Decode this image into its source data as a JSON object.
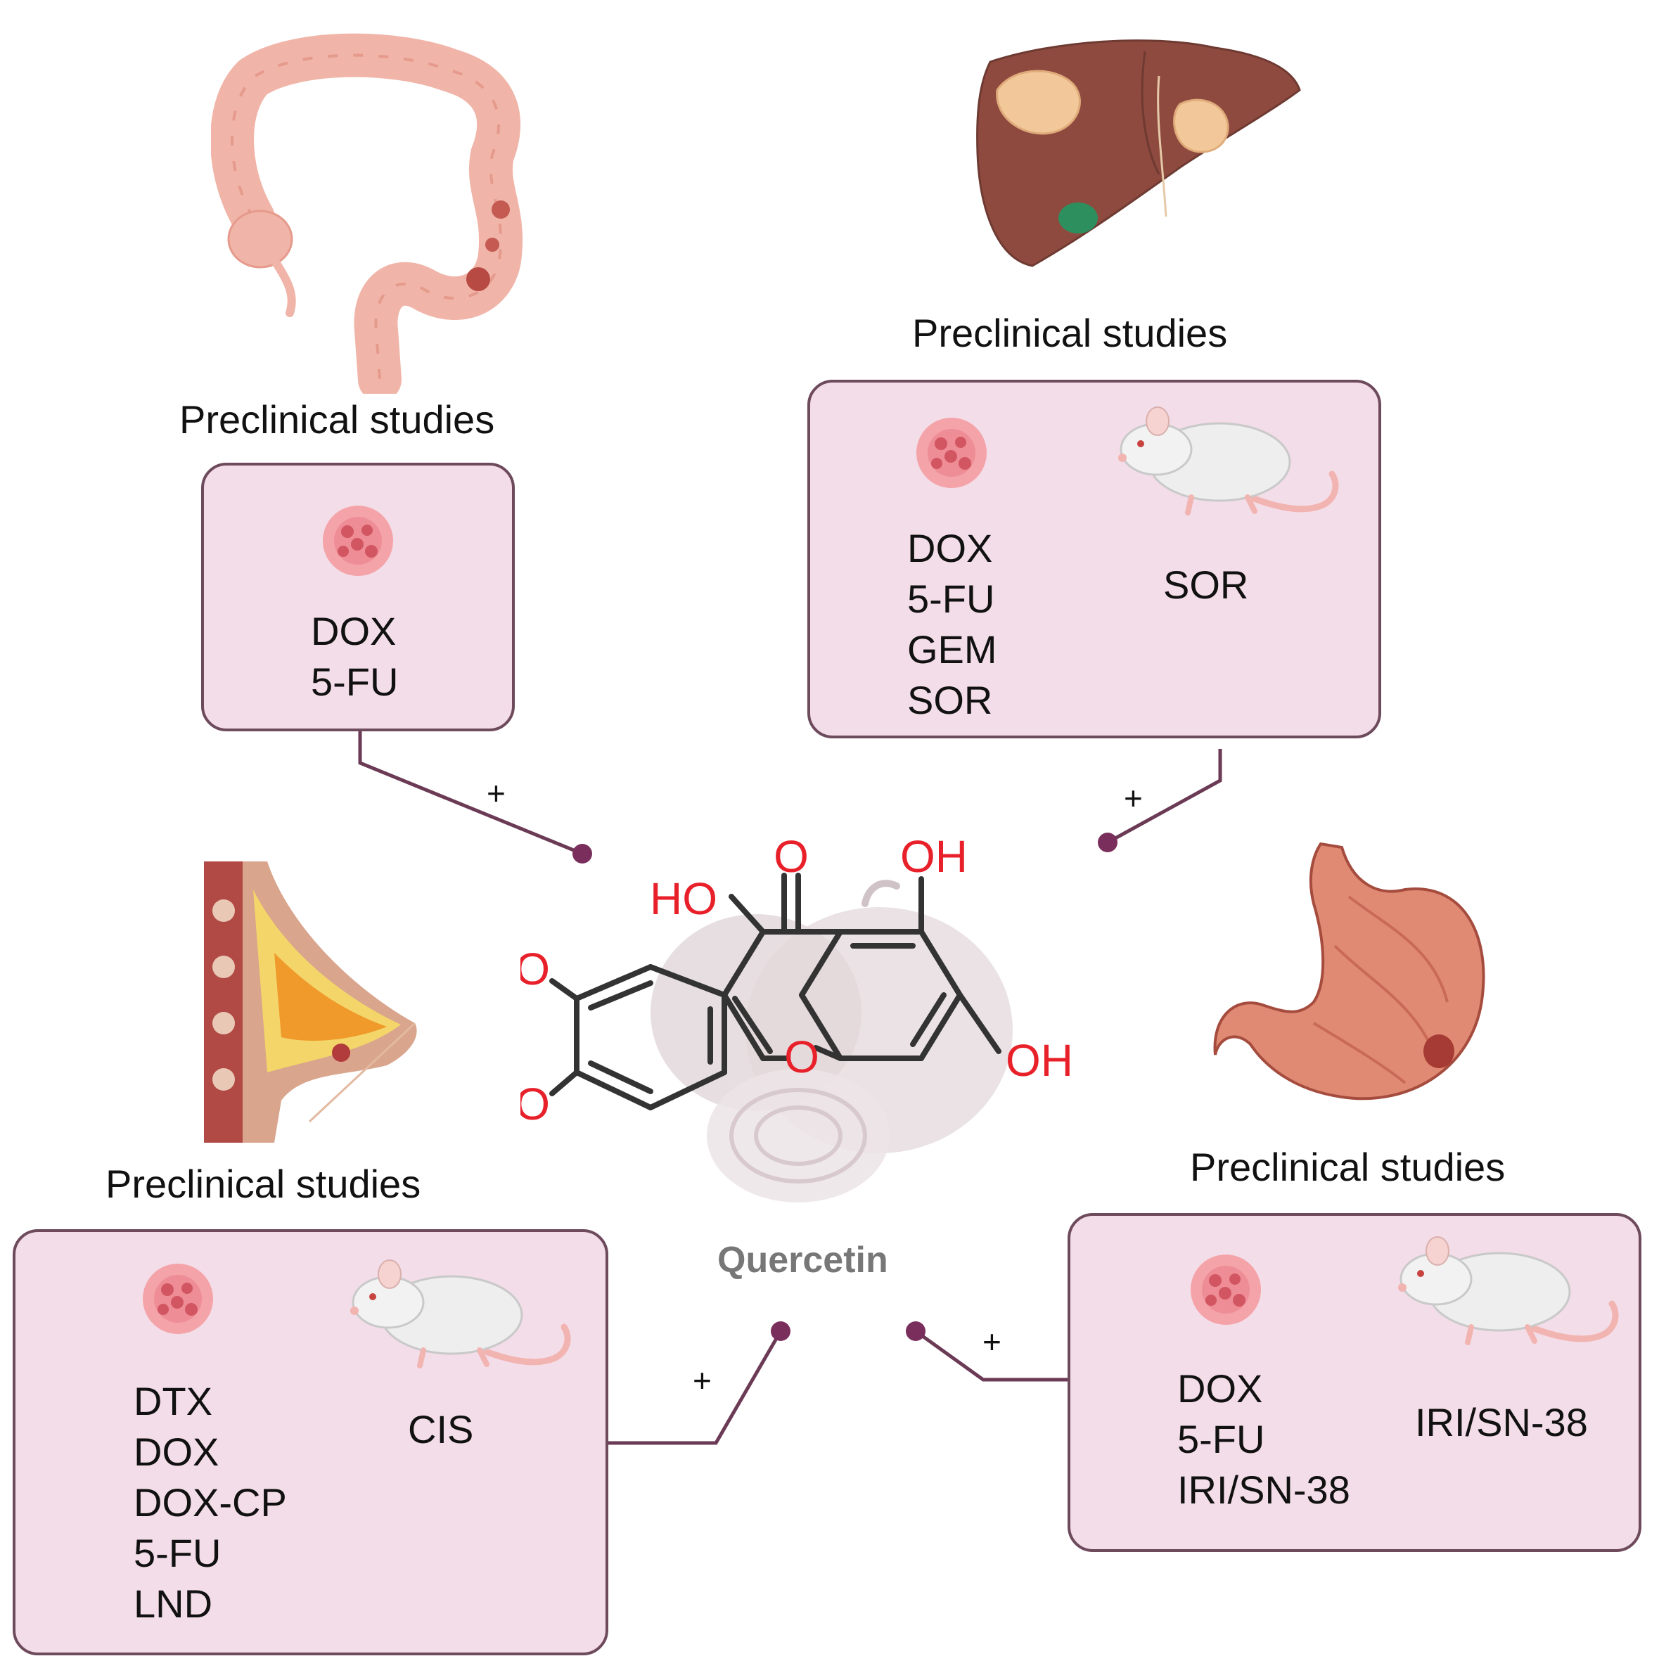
{
  "center": {
    "label": "Quercetin"
  },
  "molecule": {
    "atoms": {
      "carbonyl_o": "O",
      "oh_top": "OH",
      "ho_left": "HO",
      "ring_o": "O",
      "oh_right": "OH",
      "ho_b_upper": "HO",
      "ho_b_lower": "HO"
    }
  },
  "connectors": {
    "plus": "+"
  },
  "panels": {
    "colon": {
      "heading": "Preclinical studies",
      "in_vitro": [
        "DOX",
        "5-FU"
      ]
    },
    "liver": {
      "heading": "Preclinical studies",
      "in_vitro": [
        "DOX",
        "5-FU",
        "GEM",
        "SOR"
      ],
      "in_vivo": [
        "SOR"
      ]
    },
    "breast": {
      "heading": "Preclinical studies",
      "in_vitro": [
        "DTX",
        "DOX",
        "DOX-CP",
        "5-FU",
        "LND"
      ],
      "in_vivo": [
        "CIS"
      ]
    },
    "stomach": {
      "heading": "Preclinical studies",
      "in_vitro": [
        "DOX",
        "5-FU",
        "IRI/SN-38"
      ],
      "in_vivo": [
        "IRI/SN-38"
      ]
    }
  },
  "icons": {
    "colon": "colon-organ-icon",
    "liver": "liver-organ-icon",
    "breast": "breast-organ-icon",
    "stomach": "stomach-organ-icon",
    "cells": "cancer-cell-cluster-icon",
    "mouse": "mouse-model-icon",
    "onion": "red-onion-icon"
  },
  "colors": {
    "panel_fill": "#f3dde8",
    "panel_border": "#6d4a5c",
    "connector": "#6b3a55",
    "node": "#7a2e5c",
    "heteroatom": "#e8202a",
    "bond": "#333333"
  }
}
